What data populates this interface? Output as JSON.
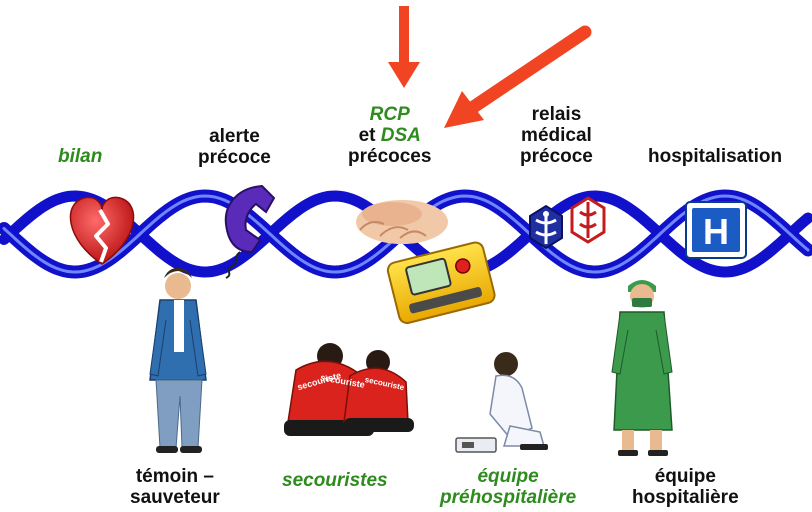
{
  "colors": {
    "helix": "#1111cc",
    "helix_light": "#6f86ff",
    "arrow": "#f04423",
    "label_green": "#2e8b1e",
    "label_black": "#111111",
    "heart": "#e01818",
    "phone": "#5a2ab8",
    "hospital_sign": "#1a5bc4",
    "jacket": "#2f6fb0",
    "rescuer_red": "#d9231c",
    "nurse_green": "#3c9a4d"
  },
  "top_labels": {
    "bilan": "bilan",
    "alerte": [
      "alerte",
      "précoce"
    ],
    "rcp": [
      "RCP",
      "DSA",
      "précoces"
    ],
    "rcp_prefix": "et",
    "relais": [
      "relais",
      "médical",
      "précoce"
    ],
    "hospitalisation": "hospitalisation"
  },
  "bottom_labels": {
    "temoin": [
      "témoin –",
      "sauveteur"
    ],
    "secouristes": "secouristes",
    "prehospitaliere": [
      "équipe",
      "préhospitalière"
    ],
    "hospitaliere": [
      "équipe",
      "hospitalière"
    ]
  },
  "vest_text": [
    "secouriste",
    "secouriste",
    "secouriste"
  ],
  "hospital_sign_letter": "H",
  "icons": [
    "broken-heart-icon",
    "telephone-icon",
    "cpr-hands-icon",
    "defibrillator-icon",
    "medical-relay-icon",
    "hospital-sign-icon"
  ]
}
